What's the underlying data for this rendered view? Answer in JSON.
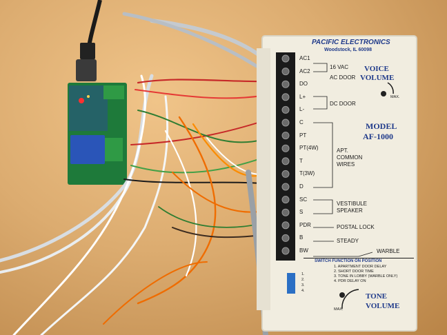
{
  "panel": {
    "brand": "PACIFIC ELECTRONICS",
    "address": "Woodstock, IL 60098",
    "terminals": [
      "AC1",
      "AC2",
      "DO",
      "L+",
      "L-",
      "C",
      "PT",
      "PT(4W)",
      "T",
      "T(3W)",
      "D",
      "SC",
      "S",
      "PDR",
      "B",
      "BW"
    ],
    "groups": {
      "vac": "16 VAC",
      "ac_door": "AC DOOR",
      "dc_door": "DC DOOR",
      "apt": [
        "APT.",
        "COMMON",
        "WIRES"
      ],
      "vestibule": [
        "VESTIBULE",
        "SPEAKER"
      ],
      "postal": "POSTAL LOCK",
      "steady": "STEADY",
      "warble": "WARBLE"
    },
    "voice_volume": [
      "VOICE",
      "VOLUME"
    ],
    "model": [
      "MODEL",
      "AF-1000"
    ],
    "max_label": "MAX.",
    "switch_title": "SWITCH FUNCTION ON POSITION",
    "switch_functions": [
      "1. APARTMENT DOOR DELAY",
      "2. SHORT DOOR TIME",
      "3. TONE IN LOBBY (WARBLE ONLY)",
      "4. PDR DELAY ON"
    ],
    "dip_labels": [
      "1.",
      "2.",
      "3.",
      "4."
    ],
    "tone_volume": [
      "TONE",
      "VOLUME"
    ]
  },
  "colors": {
    "wall": "#dcac70",
    "panel": "#f1ede0",
    "terminal_block": "#1a1a1a",
    "label_blue": "#1f3a8a",
    "relay_board": "#1e7a3a",
    "relay": "#2a55b8"
  }
}
